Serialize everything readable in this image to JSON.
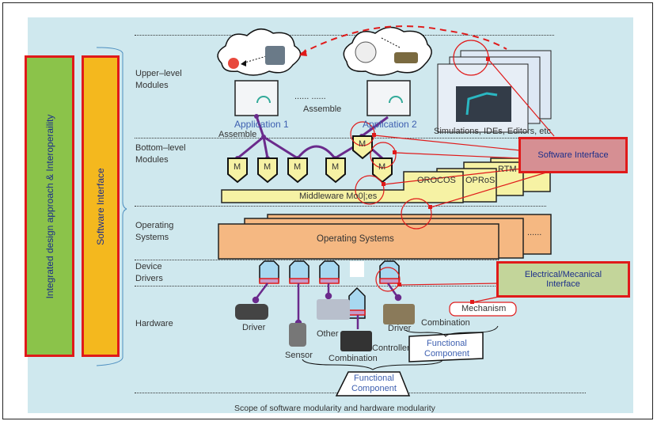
{
  "left_bars": {
    "integrated": "Integrated design approach & Interoperaility",
    "software_interface": "Software Interface"
  },
  "layers": {
    "upper": [
      "Upper–level",
      "Modules"
    ],
    "bottom": [
      "Bottom–level",
      "Modules"
    ],
    "os": [
      "Operating",
      "Systems"
    ],
    "drivers": [
      "Device",
      "Drivers"
    ],
    "hardware": "Hardware"
  },
  "upper": {
    "app1": "Application 1",
    "app2": "Application 2",
    "assemble_mid": "Assemble",
    "assemble_left": "Assemble",
    "ellipsis": "......   ......",
    "tools_caption": "Simulations, IDEs, Editors, etc"
  },
  "bottom": {
    "module_label": "M",
    "middleware": "Middleware Mo0|;es",
    "frameworks": [
      "OROCOS",
      "OPRoS",
      "RTM"
    ]
  },
  "os": {
    "label": "Operating Systems",
    "ellipsis": "......"
  },
  "interfaces": {
    "software": "Software Interface",
    "electrical": [
      "Electrical/Mecanical",
      "Interface"
    ]
  },
  "hardware": {
    "driver1": "Driver",
    "sensor": "Sensor",
    "other": "Other",
    "controller": "Controller",
    "driver2": "Driver",
    "combination1": "Combination",
    "combination2": "Combination",
    "mechanism": "Mechanism",
    "functional_component_small": [
      "Functional",
      "Component"
    ],
    "functional_component_large": [
      "Functional",
      "Component"
    ]
  },
  "footer": "Scope of software modularity and hardware modularity",
  "colors": {
    "panel": "#cfe8ee",
    "green_bar": "#8bc34a",
    "orange_bar": "#f4b81e",
    "red_border": "#e01a1a",
    "module_yellow": "#f6f2a4",
    "os_orange": "#f5b882",
    "driver_blue": "#a8d8f0",
    "link_purple": "#6a2a8c",
    "sw_interface_fill": "#d68f93",
    "el_interface_fill": "#c3d59a"
  }
}
